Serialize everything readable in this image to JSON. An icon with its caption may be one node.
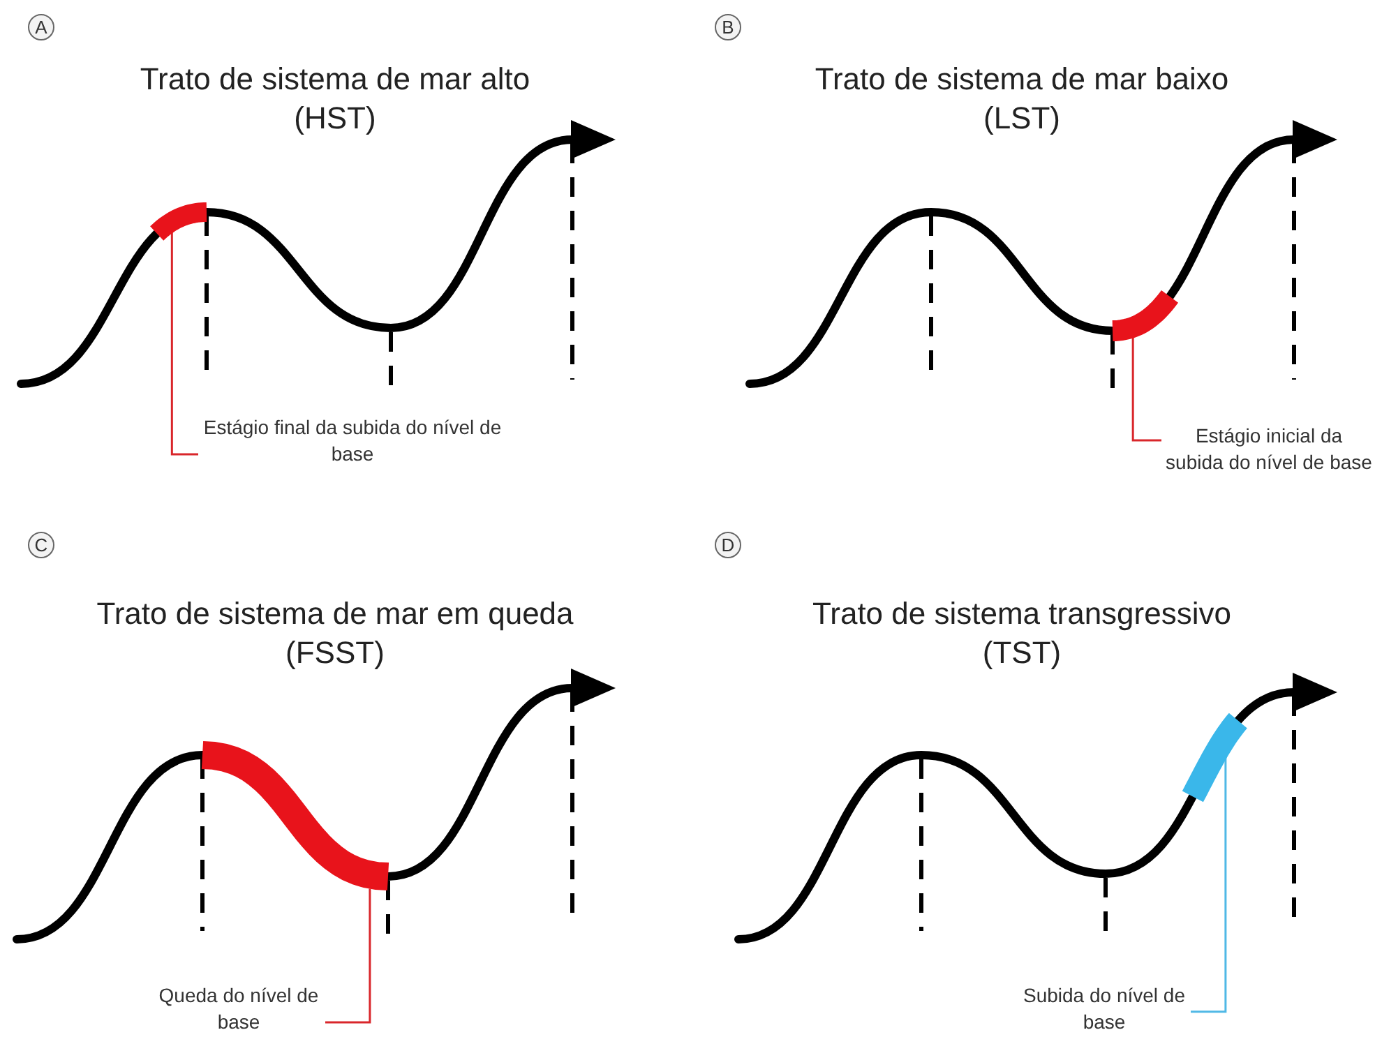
{
  "diagram": {
    "nodes": [
      {
        "text": [
          "Estágio final da subida do nível de base"
        ]
      },
      {
        "text": [],
        "shape": "bar"
      },
      {
        "text": [
          "Estágio inicial da subida do nível de base"
        ]
      },
      {
        "text": [],
        "shape": "bar"
      },
      {
        "text": [
          "Queda do nível de base"
        ]
      },
      {
        "text": [],
        "shape": "bar"
      },
      {
        "text": [
          "Subida do nível de base"
        ]
      },
      {
        "text": [],
        "shape": "bar"
      }
    ],
    "edges": [
      {
        "from": 0,
        "to": 1,
        "arrow": "none"
      },
      {
        "from": 2,
        "to": 3,
        "arrow": "none"
      },
      {
        "from": 4,
        "to": 5,
        "arrow": "none"
      },
      {
        "from": 6,
        "to": 7,
        "arrow": "none",
        "color": "#4fb8e6"
      }
    ],
    "labels": [
      "A",
      "Trato de sistema de mar alto",
      "(HST)",
      "B",
      "Trato de sistema de mar baixo",
      "(LST)",
      "C",
      "Trato de sistema de mar em queda",
      "(FSST)",
      "D",
      "Trato de sistema transgressivo",
      "(TST)"
    ]
  }
}
